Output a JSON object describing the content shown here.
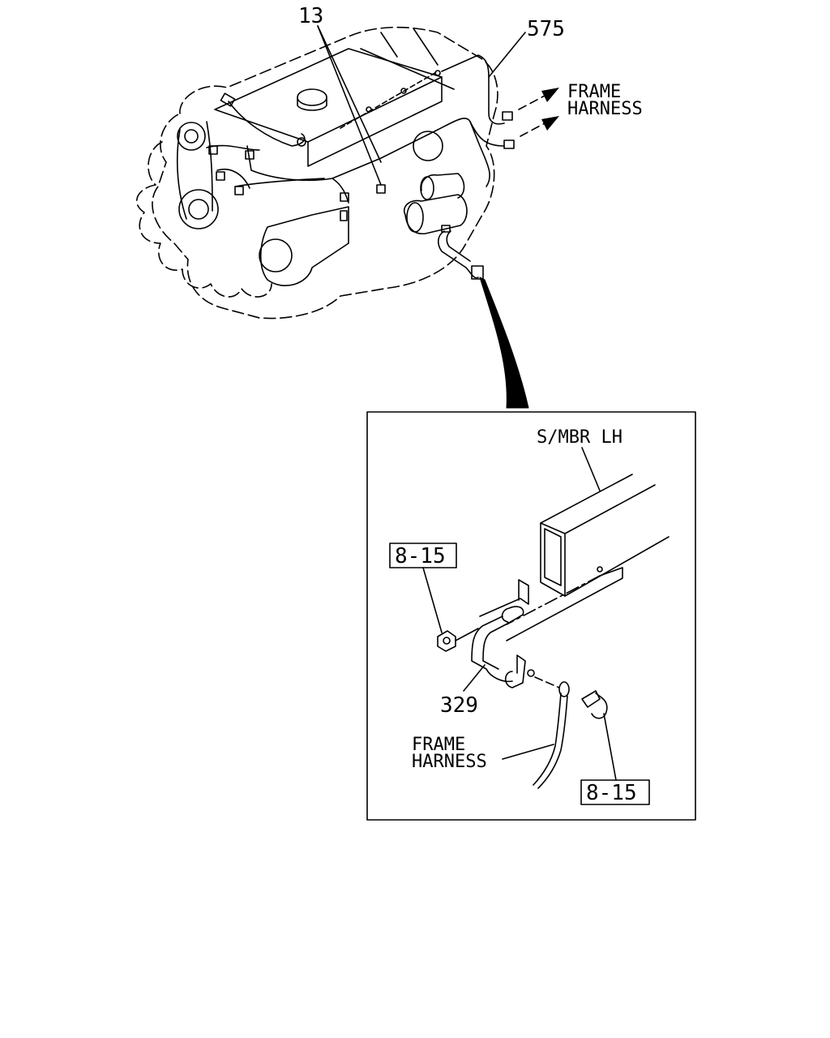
{
  "diagram": {
    "callouts": {
      "harness_engine": "13",
      "harness_frame": "575",
      "bracket": "329"
    },
    "labels": {
      "frame_harness_top_line1": "FRAME",
      "frame_harness_top_line2": "HARNESS",
      "side_member": "S/MBR LH",
      "frame_harness_detail_line1": "FRAME",
      "frame_harness_detail_line2": "HARNESS"
    },
    "refs": {
      "nut_ref": "8-15",
      "bolt_ref": "8-15"
    }
  }
}
